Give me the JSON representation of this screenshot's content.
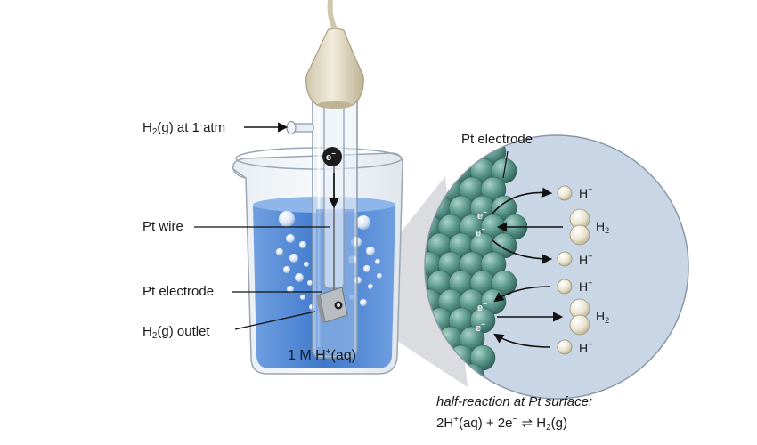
{
  "labels": {
    "h2_inlet": {
      "base": "H",
      "sub": "2",
      "rest": "(g) at 1 atm"
    },
    "pt_wire": "Pt wire",
    "pt_electrode_left": "Pt electrode",
    "h2_outlet": {
      "base": "H",
      "sub": "2",
      "rest": "(g) outlet"
    },
    "solution": {
      "base": "1 M H",
      "sup": "+",
      "rest": "(aq)"
    },
    "pt_electrode_zoom": "Pt electrode",
    "electron_symbol": "e",
    "electron_charge": "−"
  },
  "zoom_ions": [
    {
      "base": "H",
      "sup": "+",
      "sub": ""
    },
    {
      "base": "H",
      "sup": "",
      "sub": "2"
    },
    {
      "base": "H",
      "sup": "+",
      "sub": ""
    },
    {
      "base": "H",
      "sup": "+",
      "sub": ""
    },
    {
      "base": "H",
      "sup": "",
      "sub": "2"
    },
    {
      "base": "H",
      "sup": "+",
      "sub": ""
    }
  ],
  "caption": {
    "title": "half-reaction at Pt surface:",
    "equation": {
      "p1": "2H",
      "p1_sup": "+",
      "p2": "(aq) + 2e",
      "p2_sup": "−",
      "arrow": "⇌",
      "p3": "H",
      "p3_sub": "2",
      "p4": "(g)"
    }
  },
  "colors": {
    "solution": "#4f86d4",
    "electrode_bead": "#5e9a8e",
    "zoom_background": "#c9d6e6",
    "bulb": "#e4ddc6",
    "electron_marker": "#1c1c1c"
  }
}
